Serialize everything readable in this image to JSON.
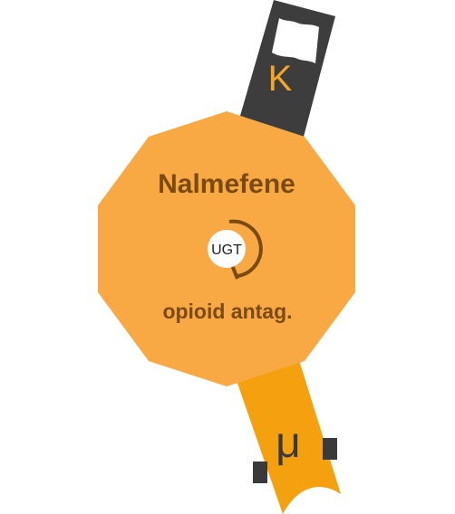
{
  "drug": {
    "name": "Nalmefene",
    "class_label": "opioid antag.",
    "enzyme_label": "UGT"
  },
  "receptors": {
    "upper_symbol": "K",
    "lower_symbol": "μ"
  },
  "colors": {
    "body": "#f8a943",
    "kappa_receptor": "#3d3d3d",
    "mu_receptor": "#f5a00e",
    "text_dark": "#7a4a10",
    "enzyme_ring": "#7a4a10"
  }
}
